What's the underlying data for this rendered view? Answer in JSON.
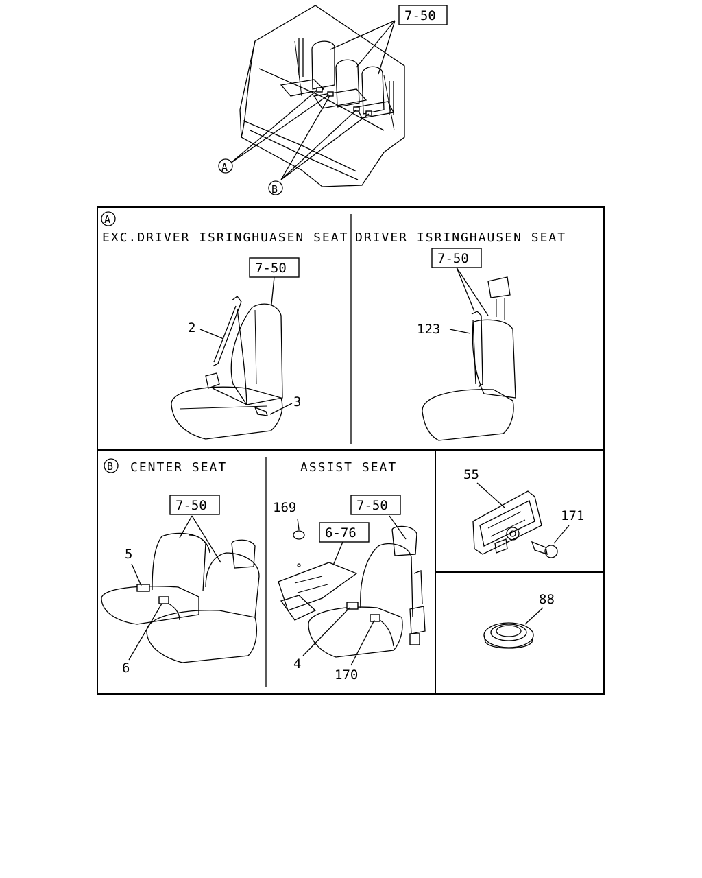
{
  "overview": {
    "ref_label": "7-50",
    "callout_a": "A",
    "callout_b": "B"
  },
  "panel_a": {
    "marker": "A",
    "left_title": "EXC.DRIVER ISRINGHUASEN SEAT",
    "right_title": "DRIVER ISRINGHAUSEN SEAT",
    "left_ref": "7-50",
    "right_ref": "7-50",
    "part_2": "2",
    "part_3": "3",
    "part_123": "123"
  },
  "panel_b": {
    "marker": "B",
    "center_title": "CENTER SEAT",
    "assist_title": "ASSIST SEAT",
    "center_ref": "7-50",
    "assist_ref": "7-50",
    "assist_ref2": "6-76",
    "part_5": "5",
    "part_6": "6",
    "part_169": "169",
    "part_4": "4",
    "part_170": "170"
  },
  "parts_detail": {
    "part_55": "55",
    "part_171": "171",
    "part_88": "88"
  }
}
